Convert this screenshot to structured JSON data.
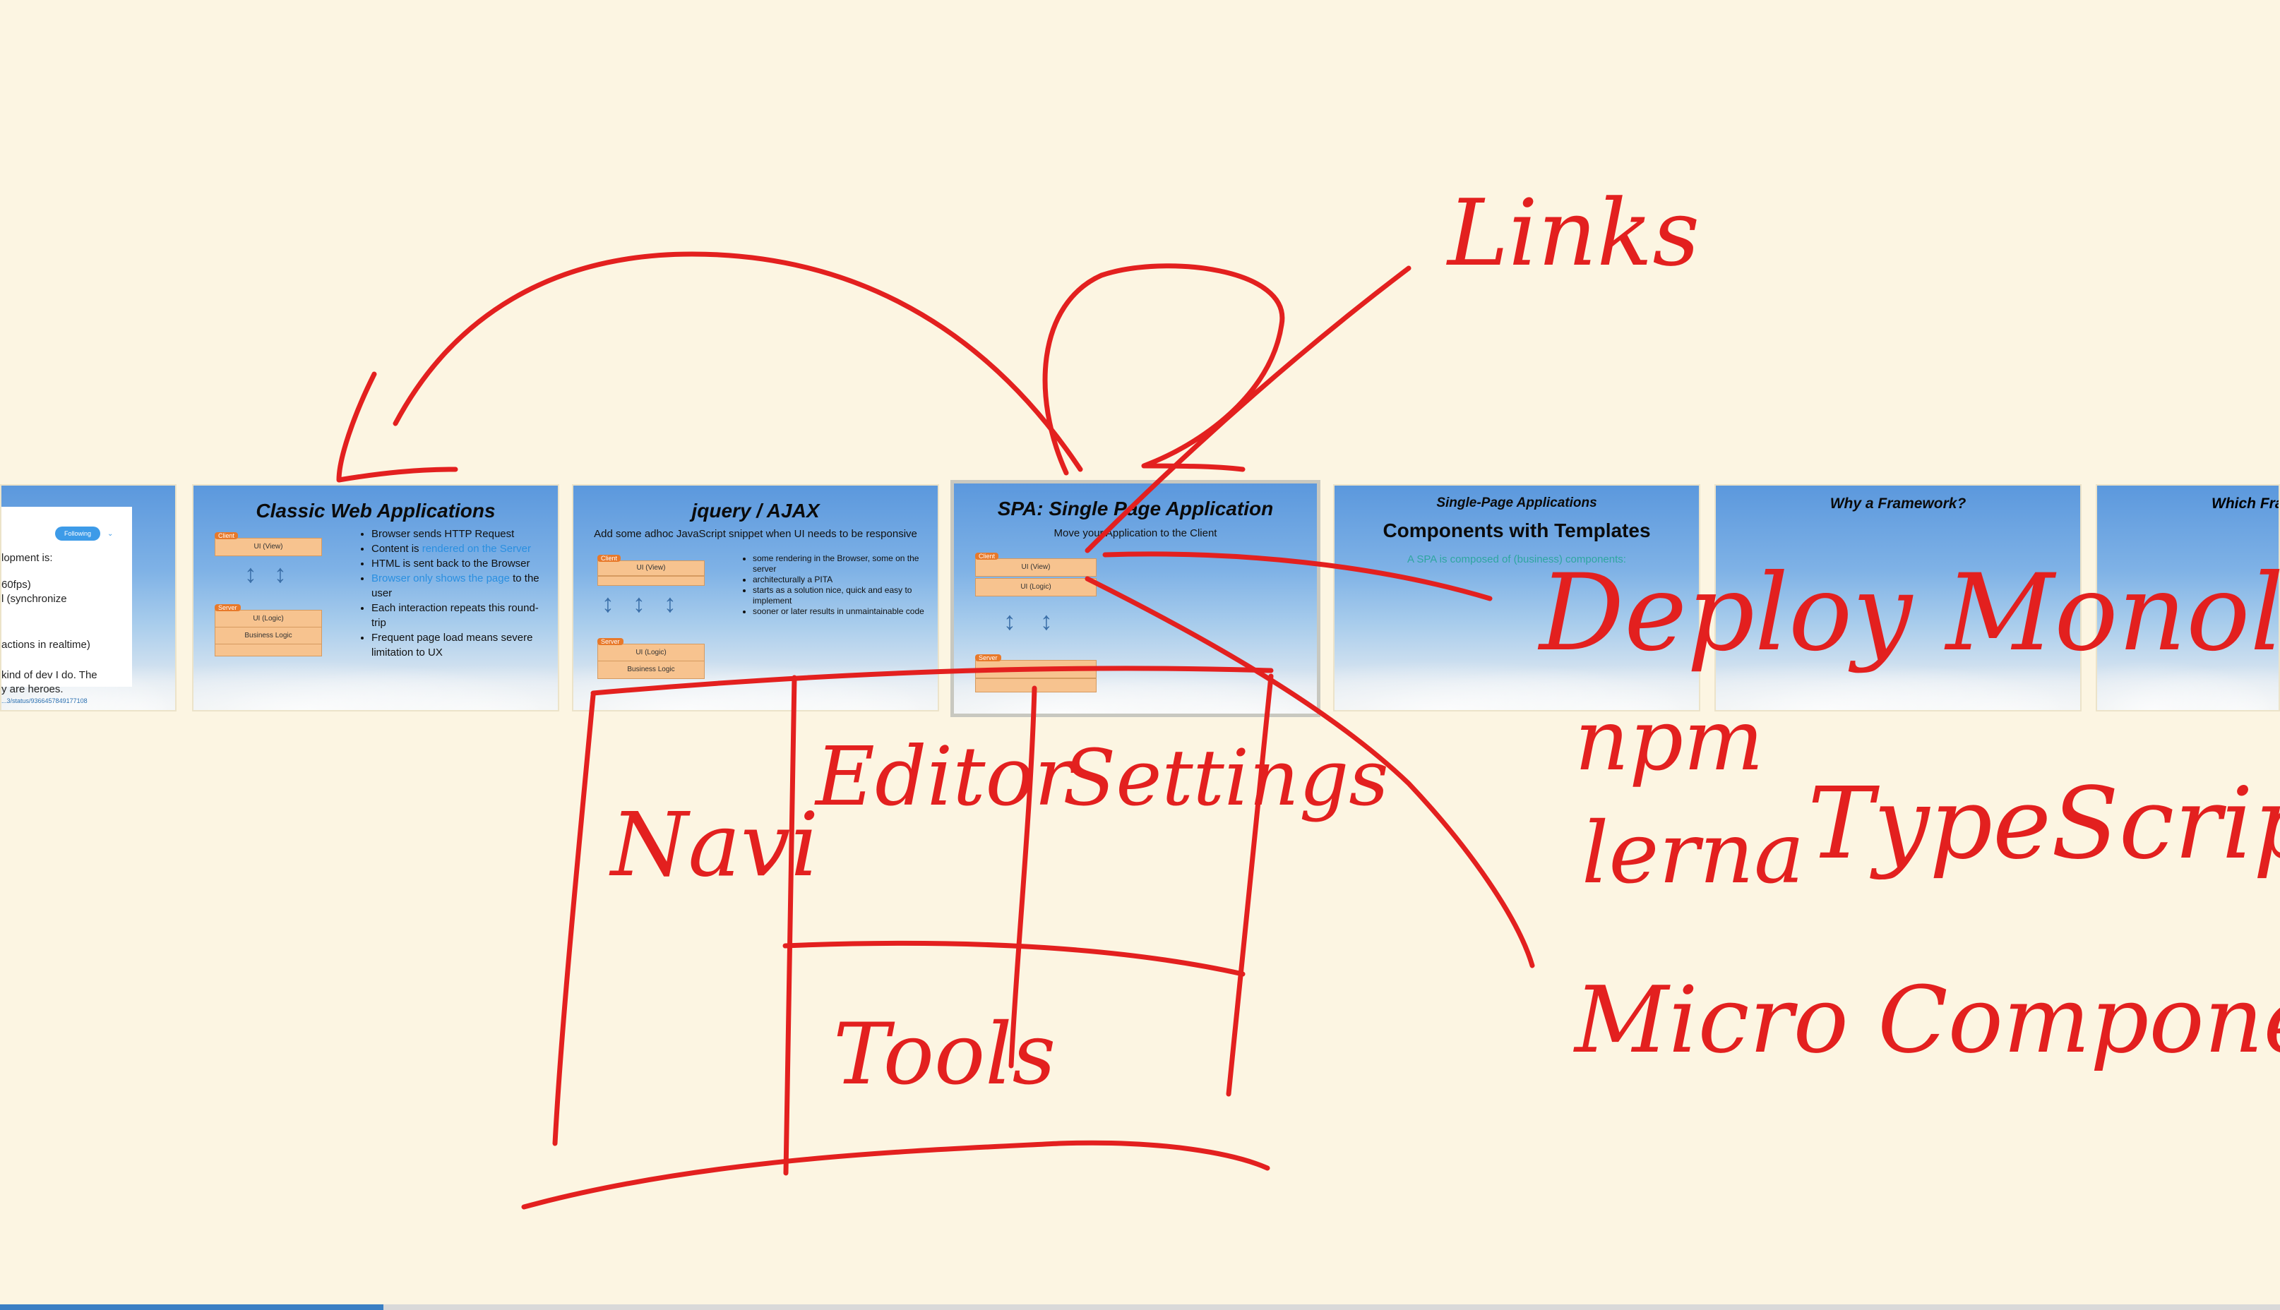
{
  "slides": {
    "partial": {
      "follow_label": "Following",
      "lines": [
        "lopment is:",
        "60fps)",
        "l (synchronize",
        "actions in realtime)",
        "kind of dev I do. The",
        "y are heroes."
      ],
      "link": "...3/status/9366457849177108"
    },
    "classic": {
      "title": "Classic Web Applications",
      "client": "Client",
      "server": "Server",
      "ui_view": "UI (View)",
      "ui_logic": "UI (Logic)",
      "business": "Business Logic",
      "b1": "Browser sends HTTP Request",
      "b2_pre": "Content is ",
      "b2_hl": "rendered on the Server",
      "b3": "HTML is sent back to the Browser",
      "b4_hl": "Browser only shows the page",
      "b4_post": " to the user",
      "b5": "Each interaction repeats this round-trip",
      "b6": "Frequent page load means severe limitation to UX"
    },
    "ajax": {
      "title": "jquery / AJAX",
      "subtitle": "Add some adhoc JavaScript snippet when UI needs to be responsive",
      "client": "Client",
      "server": "Server",
      "ui_view": "UI (View)",
      "ui_logic": "UI (Logic)",
      "business": "Business Logic",
      "b1": "some rendering in the Browser, some on the server",
      "b2": "architecturally a PITA",
      "b3": "starts as a solution nice, quick and easy to implement",
      "b4": "sooner or later results in unmaintainable code"
    },
    "spa": {
      "title": "SPA: Single Page Application",
      "subtitle": "Move your Application to the Client",
      "client": "Client",
      "server": "Server",
      "ui_view": "UI (View)",
      "ui_logic": "UI (Logic)"
    },
    "components": {
      "kicker": "Single-Page Applications",
      "title": "Components with Templates",
      "subtitle": "A SPA is composed of (business) components:"
    },
    "why": {
      "title": "Why a Framework?"
    },
    "which": {
      "title": "Which Fra"
    }
  },
  "annotations": {
    "links": "Links",
    "deploy_monolith": "Deploy Monolith",
    "npm": "npm",
    "lerna": "lerna",
    "typescript": "TypeScript",
    "micro_components": "Micro Components",
    "navi": "Navi",
    "editor": "Editor",
    "settings": "Settings",
    "tools": "Tools"
  },
  "colors": {
    "ink": "#e3201f",
    "background": "#fcf5e2",
    "accent": "#3a7fc4"
  }
}
